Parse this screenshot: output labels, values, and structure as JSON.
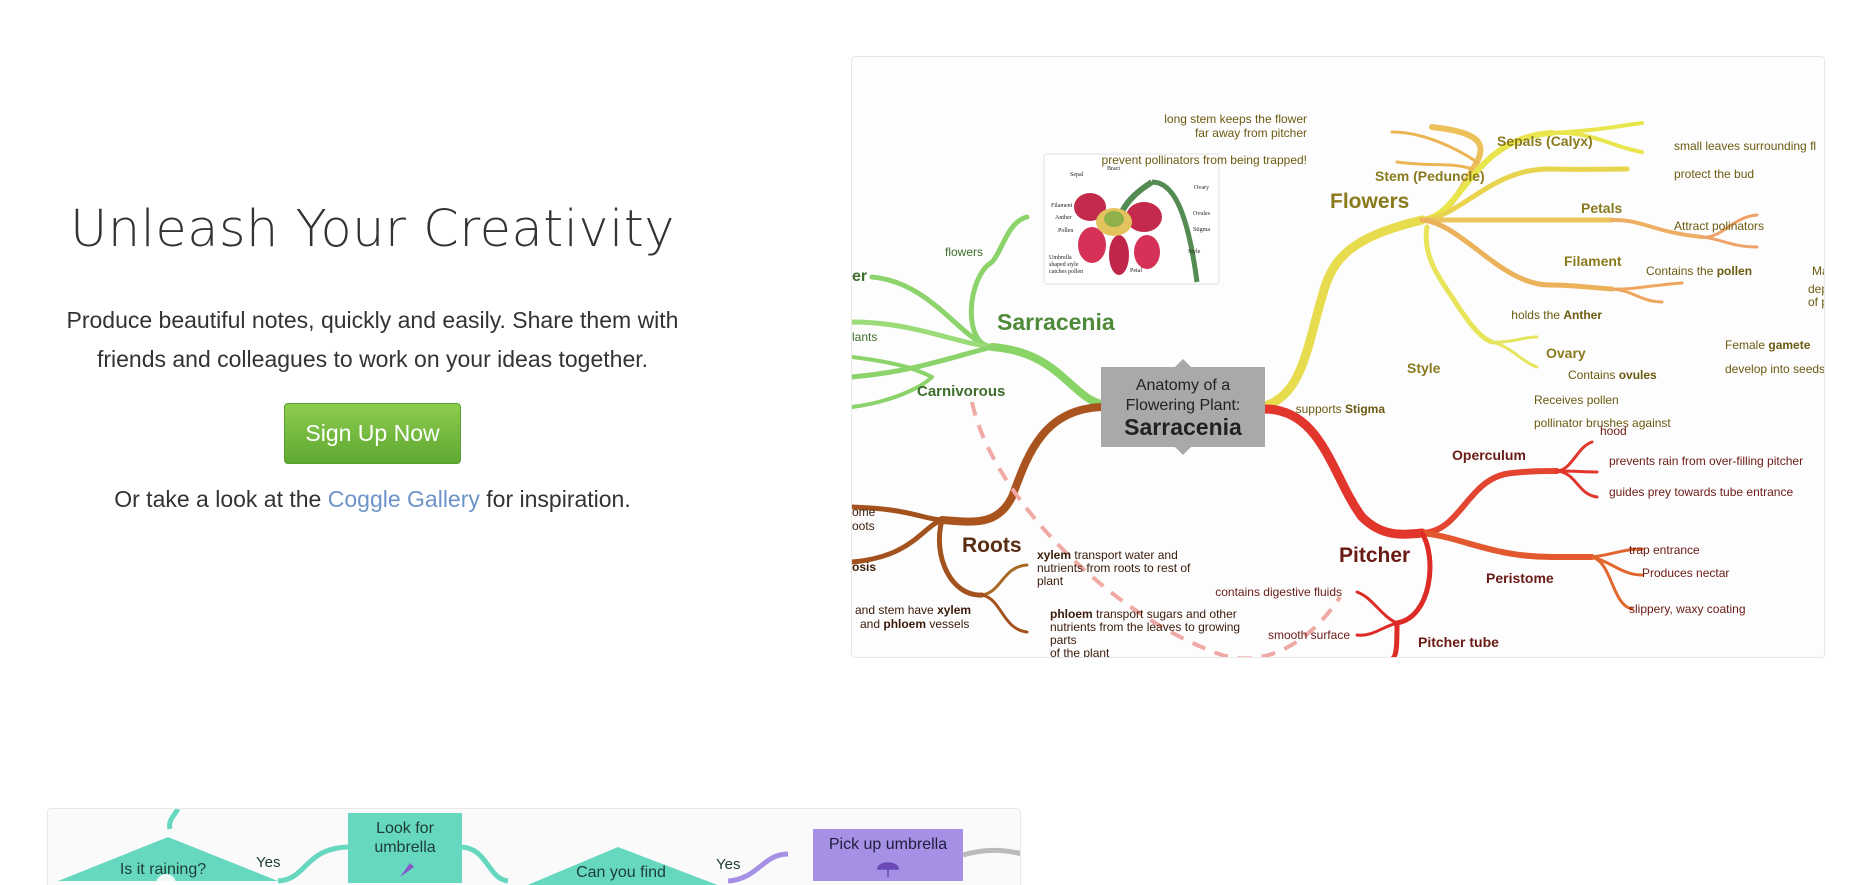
{
  "hero": {
    "title": "Unleash Your Creativity",
    "desc_line1": "Produce beautiful notes, quickly and easily. Share them with",
    "desc_line2": "friends and colleagues to work on your ideas together.",
    "signup_label": "Sign Up Now",
    "gallery_prefix": "Or take a look at the ",
    "gallery_link": "Coggle Gallery",
    "gallery_suffix": " for inspiration."
  },
  "mindmap": {
    "center_line1": "Anatomy of a",
    "center_line2": "Flowering Plant:",
    "center_title": "Sarracenia",
    "branches": {
      "flowers": "Flowers",
      "sarracenia": "Sarracenia",
      "roots": "Roots",
      "pitcher": "Pitcher",
      "carnivorous": "Carnivorous"
    },
    "labels": {
      "stem_peduncle": "Stem (Peduncle)",
      "long_stem_1": "long stem keeps the flower",
      "long_stem_2": "far away from pitcher",
      "prevent_pollinators": "prevent pollinators from being trapped!",
      "sepals": "Sepals (Calyx)",
      "small_leaves": "small leaves surrounding fl",
      "protect_bud": "protect the bud",
      "petals": "Petals",
      "attract": "Attract polinators",
      "filament": "Filament",
      "contains_the": "Contains the ",
      "pollen": "pollen",
      "holds_the": "holds the ",
      "anther": "Anther",
      "ma": "Ma",
      "depo": "depo",
      "of_po": "of po",
      "ovary": "Ovary",
      "female": "Female ",
      "gamete": "gamete",
      "contains": "Contains ",
      "ovules": "ovules",
      "develop_seeds": "develop into seeds",
      "style": "Style",
      "supports": "supports ",
      "stigma": "Stigma",
      "receives_pollen": "Receives pollen",
      "pollinator_brushes": "pollinator brushes against",
      "flowers_small": "flowers",
      "er": "er",
      "lants": "lants",
      "operculum": "Operculum",
      "hood": "hood",
      "prevents_rain": "prevents rain from over-filling pitcher",
      "guides_prey": "guides prey towards tube entrance",
      "peristome": "Peristome",
      "trap_entrance": "trap entrance",
      "produces_nectar": "Produces nectar",
      "slippery": "slippery, waxy coating",
      "pitcher_tube": "Pitcher tube",
      "digestive": "contains digestive fluids",
      "smooth_surface": "smooth surface",
      "ome": "ome",
      "oots": "oots",
      "osis": "osis",
      "xylem": "xylem",
      "xylem_rest1": " transport water and",
      "xylem_rest2": "nutrients from roots to rest of",
      "xylem_rest3": "plant",
      "phloem": "phloem",
      "phloem_rest1": " transport sugars and other",
      "phloem_rest2": "nutrients from the leaves to growing",
      "phloem_rest3": "parts",
      "phloem_rest4": "of the plant",
      "stem_have": "and stem have ",
      "xylem_b": "xylem",
      "and": "and ",
      "phloem_b": "phloem",
      "vessels": " vessels"
    },
    "diagram_labels": [
      "Sepal",
      "Bract",
      "Ovary",
      "Filament",
      "Ovules",
      "Anther",
      "Stigma",
      "Pollen",
      "Style",
      "Umbrella",
      "shaped style",
      "catches pollen",
      "Petal"
    ],
    "colors": {
      "flowers": "#e8c84a",
      "sarracenia": "#8bd36a",
      "roots": "#a3521e",
      "pitcher": "#e0352b",
      "dashed": "#f0a5a0",
      "center_box": "#a9a9a9"
    }
  },
  "flowchart": {
    "q1": "Is it raining?",
    "yes1": "Yes",
    "look_line1": "Look for",
    "look_line2": "umbrella",
    "q2": "Can you find",
    "yes2": "Yes",
    "pick": "Pick up umbrella",
    "colors": {
      "teal": "#66d8c0",
      "purple": "#a690e6",
      "gray": "#bbbbbb"
    }
  }
}
